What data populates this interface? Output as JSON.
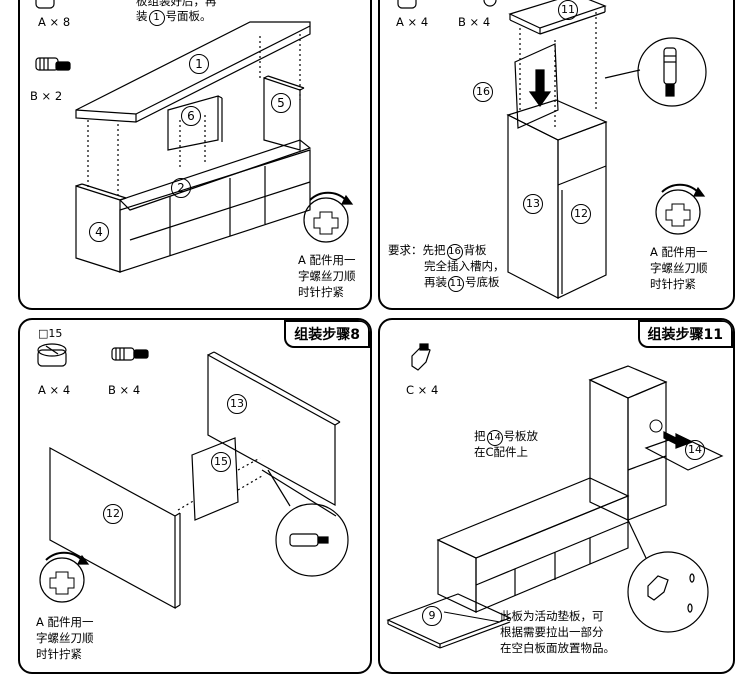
{
  "top_left": {
    "hardware": [
      {
        "label": "A × 8"
      },
      {
        "label": "B × 2"
      }
    ],
    "top_note_1": "板组装好后，再",
    "top_note_2_pre": "装",
    "top_note_2_num": "1",
    "top_note_2_post": "号面板。",
    "parts": [
      "1",
      "2",
      "4",
      "5",
      "6"
    ],
    "screw_note": [
      "A 配件用一",
      "字螺丝刀顺",
      "时针拧紧"
    ]
  },
  "top_right": {
    "hardware": [
      {
        "label": "A × 4"
      },
      {
        "label": "B × 4"
      }
    ],
    "parts": [
      "11",
      "16",
      "13",
      "12"
    ],
    "req_label": "要求：先把",
    "req_num1": "16",
    "req_line1_post": "背板",
    "req_line2": "完全插入槽内，",
    "req_line3_pre": "再装",
    "req_num2": "11",
    "req_line3_post": "号底板",
    "screw_note": [
      "A 配件用一",
      "字螺丝刀顺",
      "时针拧紧"
    ]
  },
  "bottom_left": {
    "step": "组装步骤8",
    "code": "□15",
    "hardware": [
      {
        "label": "A × 4"
      },
      {
        "label": "B × 4"
      }
    ],
    "parts": [
      "13",
      "15",
      "12"
    ],
    "screw_note": [
      "A 配件用一",
      "字螺丝刀顺",
      "时针拧紧"
    ]
  },
  "bottom_right": {
    "step": "组装步骤11",
    "hardware": [
      {
        "label": "C × 4"
      }
    ],
    "place_pre": "把",
    "place_num": "14",
    "place_post": "号板放",
    "place_line2": "在C配件上",
    "parts": [
      "14",
      "9"
    ],
    "pad_note": [
      "此板为活动垫板，可",
      "根据需要拉出一部分",
      "在空白板面放置物品。"
    ]
  }
}
